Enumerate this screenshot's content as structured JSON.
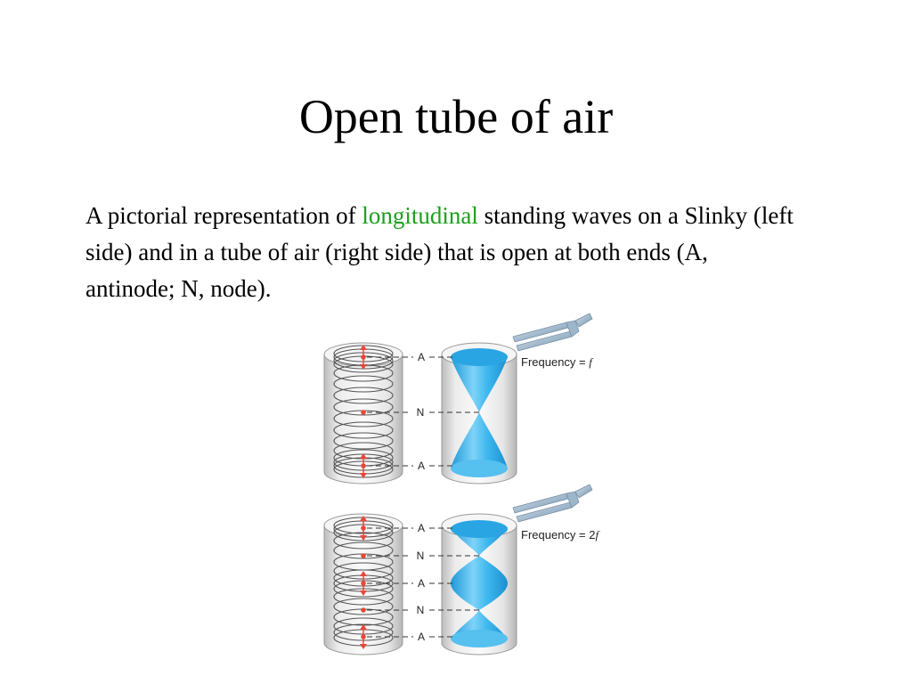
{
  "slide": {
    "title": "Open tube of air",
    "text_before": "A pictorial representation of ",
    "highlight": "longitudinal",
    "text_after": " standing waves on a Slinky (left side) and in a tube of air (right side) that is open at both ends (A, antinode; N, node)."
  },
  "figure": {
    "panels": [
      {
        "frequency_label": "Frequency = ",
        "frequency_value": "f",
        "labels": [
          "A",
          "N",
          "A"
        ]
      },
      {
        "frequency_label": "Frequency = 2",
        "frequency_value": "f",
        "labels": [
          "A",
          "N",
          "A",
          "N",
          "A"
        ]
      }
    ]
  },
  "colors": {
    "highlight": "#1aa01a",
    "wave_blue": "#29a9e6",
    "marker_red": "#e8473a"
  }
}
